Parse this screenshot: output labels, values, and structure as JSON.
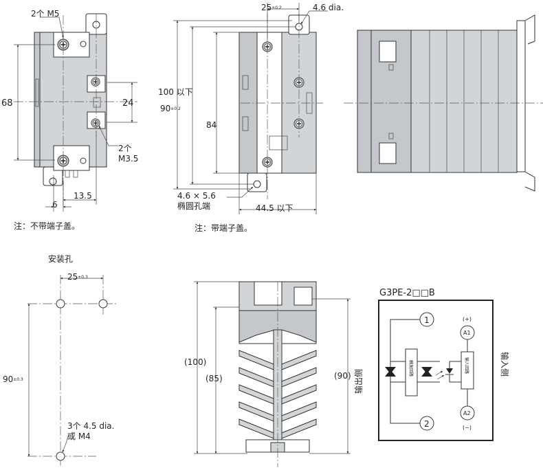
{
  "colors": {
    "body": "#d2d5d8",
    "stroke": "#333333",
    "bg": "#ffffff"
  },
  "front_view": {
    "label_screw_top": "2个 M5",
    "label_height": "68",
    "label_pitch": "24",
    "label_screw_mid_count": "2个",
    "label_screw_mid_size": "M3.5",
    "label_offset": "6",
    "label_width": "13.5",
    "note": "注：不带端子盖。"
  },
  "cover_view": {
    "label_pitch": "25",
    "label_pitch_tol": "±0.2",
    "label_hole": "4.6 dia.",
    "label_height_max": "100 以下",
    "label_height": "90",
    "label_height_tol": "±0.2",
    "label_inner_height": "84",
    "label_slot": "4.6 × 5.6",
    "label_slot_desc": "椭圆孔端",
    "label_depth": "44.5 以下",
    "note": "注：带端子盖。"
  },
  "mounting_holes": {
    "title": "安装孔",
    "label_pitch": "25",
    "label_pitch_tol": "±0.3",
    "label_height": "90",
    "label_height_tol": "±0.3",
    "label_holes": "3个 4.5 dia.",
    "label_holes_alt": "或 M4"
  },
  "heatsink_view": {
    "label_total": "(100)",
    "label_fins": "(85)",
    "label_right": "(90)"
  },
  "circuit": {
    "model": "G3PE-2□□B",
    "terminal_1": "1",
    "terminal_2": "2",
    "terminal_a1": "A1",
    "terminal_a2": "A2",
    "plus": "(+)",
    "minus": "(−)",
    "output_side": "输出侧",
    "input_side": "输入侧",
    "trigger_circuit": "触发回路",
    "input_circuit": "输入回路"
  }
}
